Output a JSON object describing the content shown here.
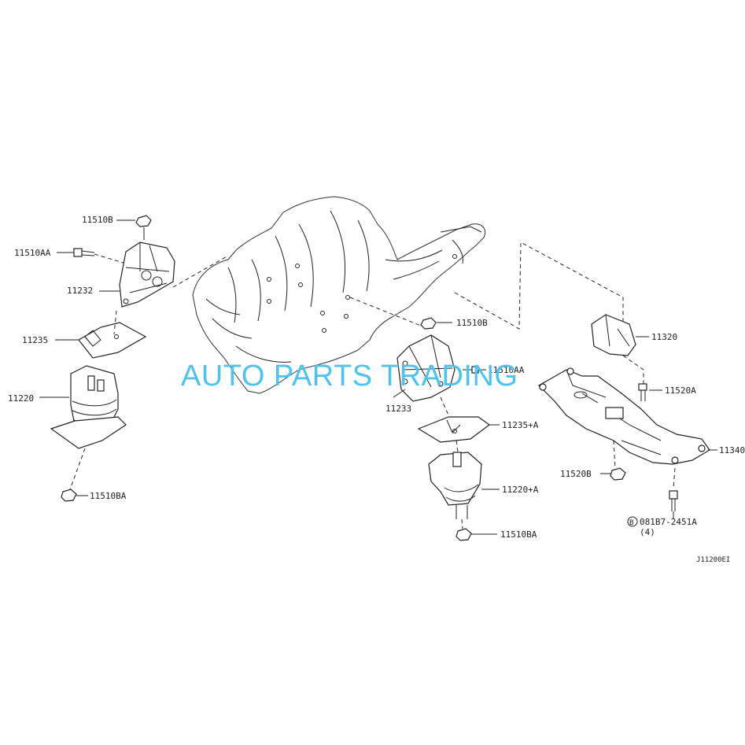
{
  "watermark": "AUTO PARTS TRADING",
  "labels": {
    "p11510B_left": "11510B",
    "p11510AA_left": "11510AA",
    "p11232": "11232",
    "p11235": "11235",
    "p11220": "11220",
    "p11510BA_left": "11510BA",
    "p11510B_mid": "11510B",
    "p11510AA_mid": "11510AA",
    "p11233": "11233",
    "p11235A": "11235+A",
    "p11220A": "11220+A",
    "p11510BA_mid": "11510BA",
    "p11320": "11320",
    "p11520A": "11520A",
    "p11340": "11340",
    "p11520B": "11520B",
    "bolt_marker": "B",
    "bolt_code": "081B7-2451A",
    "bolt_qty": "(4)",
    "corner_code": "J11200EI"
  }
}
